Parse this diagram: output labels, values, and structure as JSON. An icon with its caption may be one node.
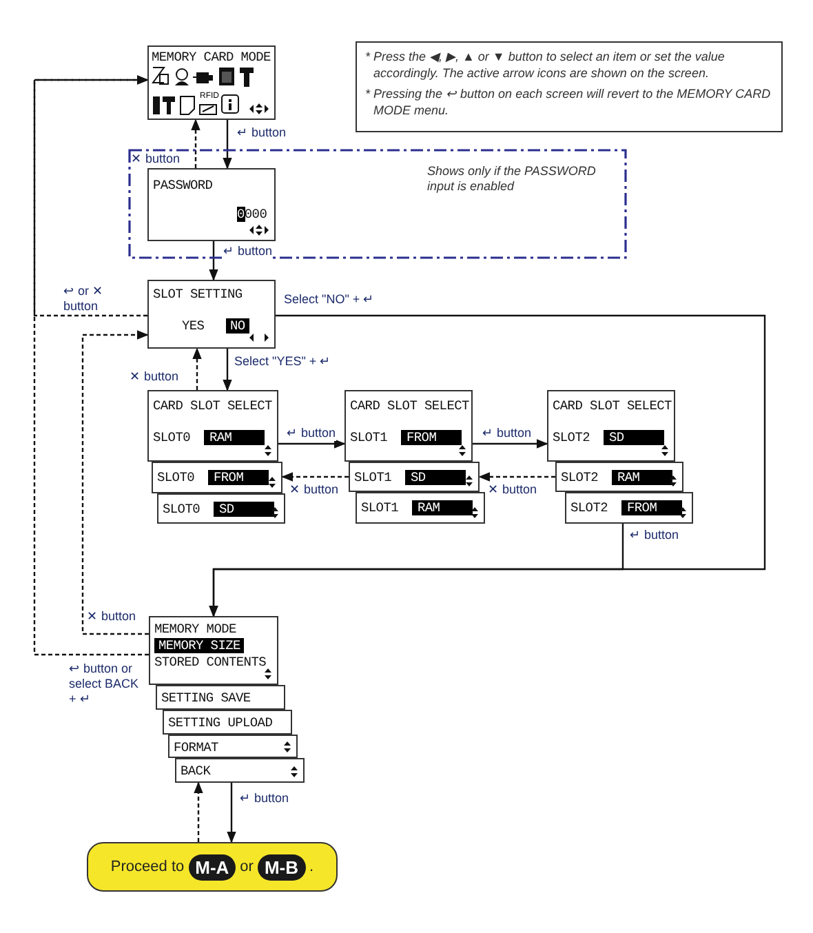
{
  "diagram": {
    "nodes": [
      {
        "text": [
          "* Press the ◀, ▶, ▲ or ▼ button to select an item or set the value accordingly. The active arrow icons are shown on the screen.",
          "* Pressing the ↩ button on each screen will revert to the MEMORY CARD MODE menu."
        ]
      },
      {
        "text": [
          "MEMORY CARD MODE"
        ]
      },
      {
        "text": [
          "Shows only if the PASSWORD input is enabled"
        ]
      },
      {
        "text": [
          "PASSWORD",
          "0000"
        ],
        "in": 2
      },
      {
        "text": [
          "SLOT SETTING",
          "YES",
          "NO"
        ]
      },
      {
        "text": [
          "CARD SLOT SELECT",
          "SLOT0",
          "RAM"
        ]
      },
      {
        "text": [
          "SLOT0",
          "FROM"
        ]
      },
      {
        "text": [
          "SLOT0",
          "SD"
        ]
      },
      {
        "text": [
          "CARD SLOT SELECT",
          "SLOT1",
          "FROM"
        ]
      },
      {
        "text": [
          "SLOT1",
          "SD"
        ]
      },
      {
        "text": [
          "SLOT1",
          "RAM"
        ]
      },
      {
        "text": [
          "CARD SLOT SELECT",
          "SLOT2",
          "SD"
        ]
      },
      {
        "text": [
          "SLOT2",
          "RAM"
        ]
      },
      {
        "text": [
          "SLOT2",
          "FROM"
        ]
      },
      {
        "text": [
          "MEMORY MODE",
          "MEMORY SIZE",
          "STORED CONTENTS"
        ]
      },
      {
        "text": [
          "SETTING SAVE"
        ]
      },
      {
        "text": [
          "SETTING UPLOAD"
        ]
      },
      {
        "text": [
          "FORMAT"
        ]
      },
      {
        "text": [
          "BACK"
        ]
      },
      {
        "text": [
          "Proceed to",
          "M-A",
          "or",
          "M-B",
          "."
        ]
      }
    ],
    "edges": [
      {
        "from": 1,
        "to": 3,
        "arrow": "to",
        "label": "↵ button"
      },
      {
        "from": 3,
        "to": 1,
        "arrow": "to",
        "style": "dashed",
        "label": "✕ button"
      },
      {
        "from": 3,
        "to": 4,
        "arrow": "to",
        "label": "↵ button"
      },
      {
        "from": 4,
        "to": 1,
        "arrow": "to",
        "style": "dashed",
        "label": "↩ or ✕ button"
      },
      {
        "from": 4,
        "to": 5,
        "arrow": "to",
        "label": "Select \"YES\" + ↵"
      },
      {
        "from": 5,
        "to": 4,
        "arrow": "to",
        "style": "dashed",
        "label": "✕ button"
      },
      {
        "from": 4,
        "to": 14,
        "arrow": "to",
        "label": "Select \"NO\" + ↵"
      },
      {
        "from": 5,
        "to": 8,
        "arrow": "to",
        "label": "↵ button"
      },
      {
        "from": 9,
        "to": 6,
        "arrow": "to",
        "style": "dashed",
        "label": "✕ button"
      },
      {
        "from": 8,
        "to": 11,
        "arrow": "to",
        "label": "↵ button"
      },
      {
        "from": 12,
        "to": 9,
        "arrow": "to",
        "style": "dashed",
        "label": "✕ button"
      },
      {
        "from": 13,
        "to": 14,
        "arrow": "to",
        "label": "↵ button"
      },
      {
        "from": 14,
        "to": 4,
        "arrow": "to",
        "style": "dashed",
        "label": "✕ button"
      },
      {
        "from": 14,
        "to": 1,
        "arrow": "to",
        "style": "dashed",
        "label": "↩ button or select BACK + ↵"
      },
      {
        "from": 18,
        "to": 19,
        "arrow": "to",
        "label": "↵ button"
      },
      {
        "from": 19,
        "to": 18,
        "arrow": "to",
        "style": "dashed"
      }
    ],
    "labels": [
      "RFID"
    ]
  }
}
